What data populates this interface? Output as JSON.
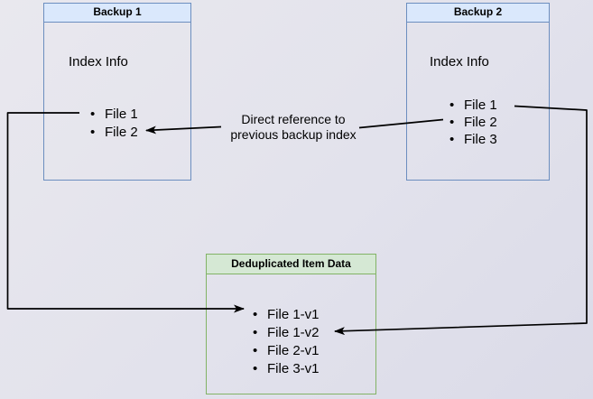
{
  "colors": {
    "canvas_bg_start": "#e9e8ee",
    "canvas_bg_end": "#dbdbe8",
    "blue_fill": "#dae8fc",
    "blue_border": "#6c8ebf",
    "green_fill": "#d5e8d4",
    "green_border": "#82b366",
    "arrow": "#000000",
    "text": "#000000"
  },
  "boxes": {
    "backup1": {
      "title": "Backup 1",
      "section_label": "Index Info",
      "files": [
        "File 1",
        "File 2"
      ]
    },
    "backup2": {
      "title": "Backup 2",
      "section_label": "Index Info",
      "files": [
        "File 1",
        "File 2",
        "File 3"
      ]
    },
    "dedup": {
      "title": "Deduplicated Item Data",
      "files": [
        "File 1-v1",
        "File 1-v2",
        "File 2-v1",
        "File 3-v1"
      ]
    }
  },
  "annotations": {
    "direct_reference": "Direct reference to previous backup index"
  }
}
